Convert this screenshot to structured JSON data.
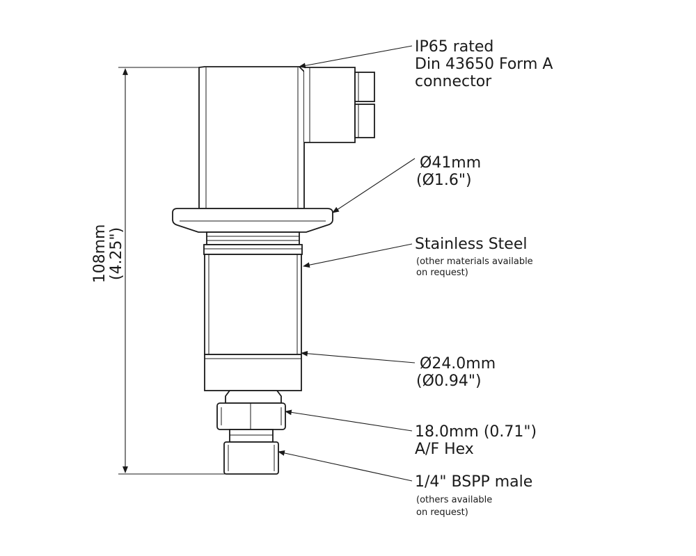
{
  "dimension": {
    "height_mm": "108mm",
    "height_in": "(4.25\")"
  },
  "callouts": {
    "connector": {
      "line1": "IP65 rated",
      "line2": "Din 43650 Form A",
      "line3": "connector"
    },
    "flange_diameter": {
      "line1": "Ø41mm",
      "line2": "(Ø1.6\")"
    },
    "material": {
      "title": "Stainless Steel",
      "note1": "(other materials available",
      "note2": "on request)"
    },
    "body_diameter": {
      "line1": "Ø24.0mm",
      "line2": "(Ø0.94\")"
    },
    "hex": {
      "line1": "18.0mm (0.71\")",
      "line2": "A/F Hex"
    },
    "thread": {
      "title": "1/4\" BSPP male",
      "note1": "(others available",
      "note2": "on request)"
    }
  }
}
